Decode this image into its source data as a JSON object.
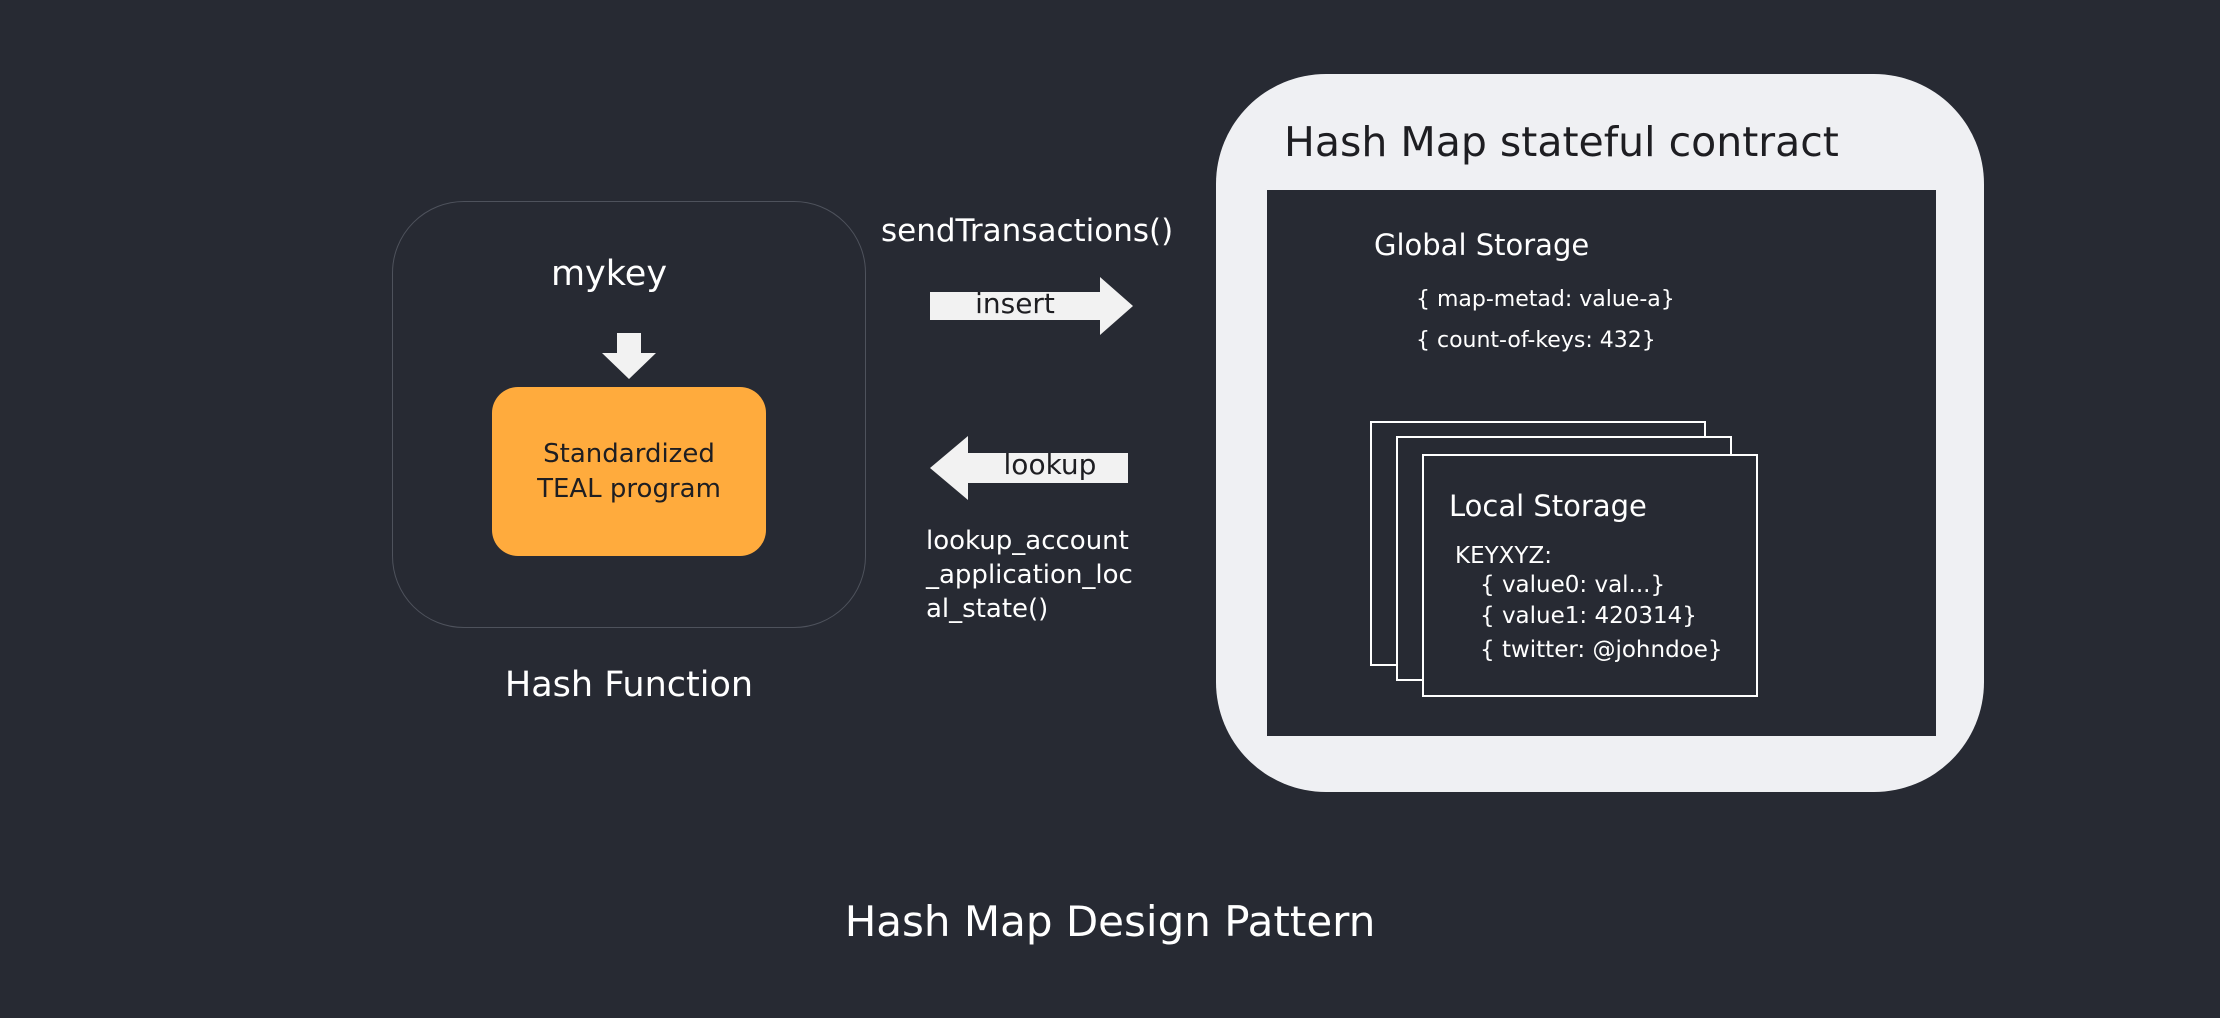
{
  "hash_function": {
    "input_key": "mykey",
    "program_line1": "Standardized",
    "program_line2": "TEAL program",
    "label": "Hash Function"
  },
  "operations": {
    "send_call": "sendTransactions()",
    "insert_label": "insert",
    "lookup_label": "lookup",
    "lookup_call_line1": "lookup_account",
    "lookup_call_line2": "_application_loc",
    "lookup_call_line3": "al_state()"
  },
  "contract": {
    "title": "Hash Map stateful contract",
    "global_storage": {
      "title": "Global Storage",
      "items": [
        "{ map-metad: value-a}",
        "{ count-of-keys: 432}"
      ]
    },
    "local_storage": {
      "title": "Local Storage",
      "key": "KEYXYZ:",
      "items": [
        "{ value0: val...}",
        "{ value1: 420314}",
        "{ twitter: @johndoe}"
      ]
    }
  },
  "caption": "Hash Map Design Pattern",
  "colors": {
    "background": "#272a33",
    "program_box": "#ffab3d",
    "contract_box": "#eff0f3"
  }
}
